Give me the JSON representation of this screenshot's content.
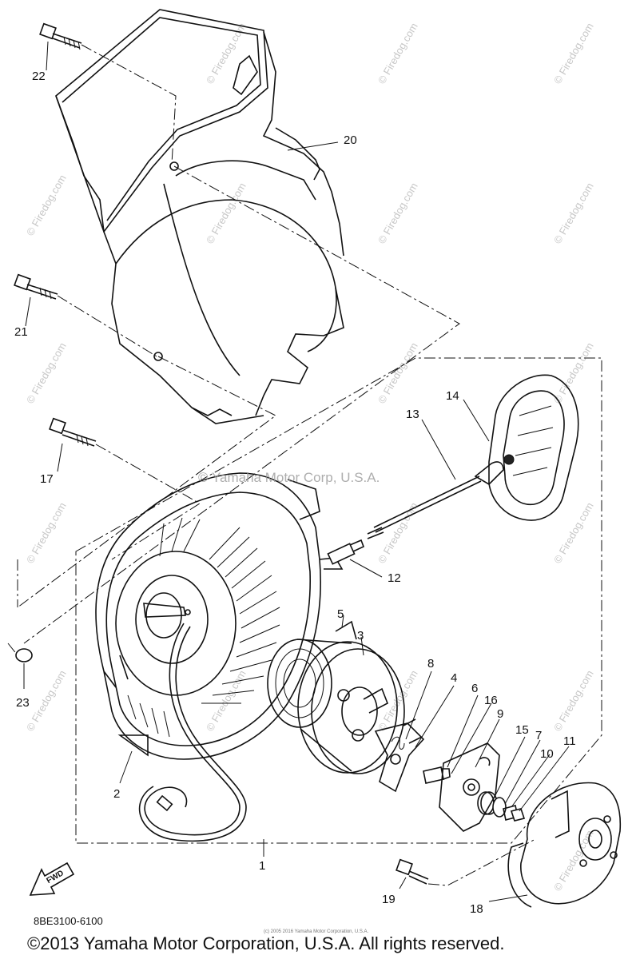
{
  "watermarks": {
    "site": "© Firedog.com",
    "center": "© Yamaha Motor Corp, U.S.A."
  },
  "callouts": [
    {
      "id": "22",
      "label": "22"
    },
    {
      "id": "20",
      "label": "20"
    },
    {
      "id": "21",
      "label": "21"
    },
    {
      "id": "14",
      "label": "14"
    },
    {
      "id": "13",
      "label": "13"
    },
    {
      "id": "17",
      "label": "17"
    },
    {
      "id": "12",
      "label": "12"
    },
    {
      "id": "5",
      "label": "5"
    },
    {
      "id": "3",
      "label": "3"
    },
    {
      "id": "8",
      "label": "8"
    },
    {
      "id": "4",
      "label": "4"
    },
    {
      "id": "6",
      "label": "6"
    },
    {
      "id": "16",
      "label": "16"
    },
    {
      "id": "9",
      "label": "9"
    },
    {
      "id": "15",
      "label": "15"
    },
    {
      "id": "7",
      "label": "7"
    },
    {
      "id": "11",
      "label": "11"
    },
    {
      "id": "10",
      "label": "10"
    },
    {
      "id": "23",
      "label": "23"
    },
    {
      "id": "2",
      "label": "2"
    },
    {
      "id": "1",
      "label": "1"
    },
    {
      "id": "19",
      "label": "19"
    },
    {
      "id": "18",
      "label": "18"
    }
  ],
  "direction_marker": "FWD",
  "part_code": "8BE3100-6100",
  "copyright": "©2013 Yamaha Motor Corporation, U.S.A. All rights reserved.",
  "tiny_print": "(c) 2005 2016 Yamaha Motor Corporation, U.S.A."
}
